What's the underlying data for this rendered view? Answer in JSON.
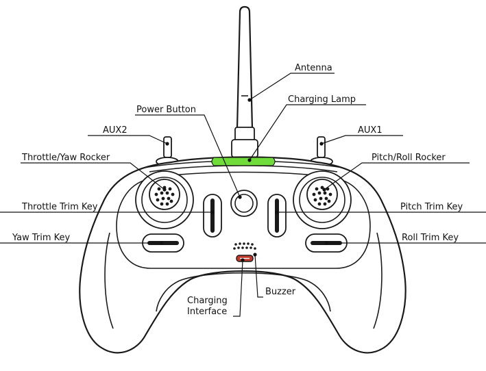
{
  "labels": {
    "antenna": "Antenna",
    "charging_lamp": "Charging Lamp",
    "power_button": "Power Button",
    "aux2": "AUX2",
    "aux1": "AUX1",
    "throttle_yaw_rocker": "Throttle/Yaw Rocker",
    "pitch_roll_rocker": "Pitch/Roll Rocker",
    "throttle_trim_key": "Throttle Trim Key",
    "pitch_trim_key": "Pitch Trim Key",
    "yaw_trim_key": "Yaw Trim Key",
    "roll_trim_key": "Roll Trim Key",
    "charging_interface_line1": "Charging",
    "charging_interface_line2": "Interface",
    "buzzer": "Buzzer"
  },
  "colors": {
    "lamp": "#6fdc3a",
    "port": "#c0392b"
  }
}
